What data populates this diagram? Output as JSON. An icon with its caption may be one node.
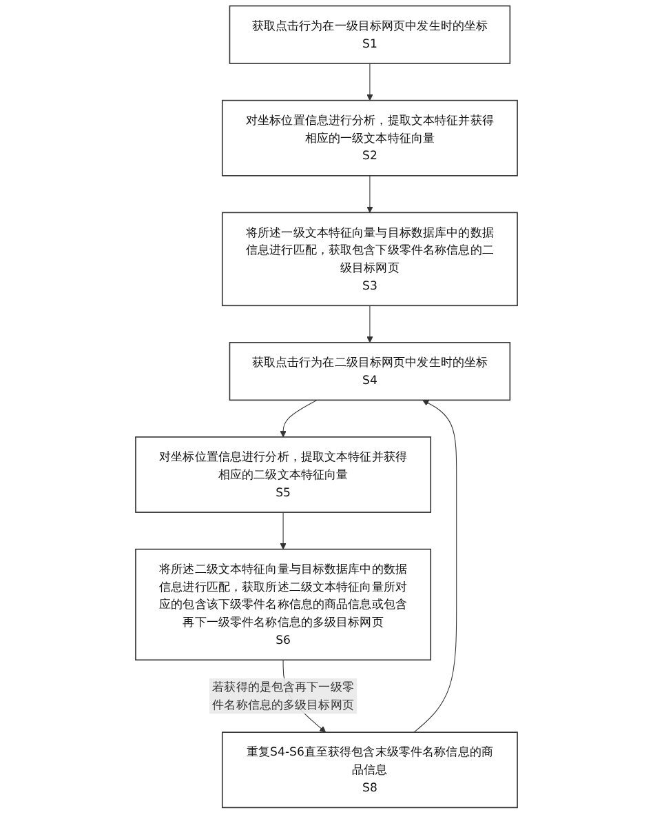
{
  "diagram": {
    "nodes": [
      {
        "text": [
          "获取点击行为在一级目标网页中发生时的坐标",
          "S1"
        ]
      },
      {
        "text": [
          "对坐标位置信息进行分析，提取文本特征并获得相应的一级文本特征向量",
          "S2"
        ]
      },
      {
        "text": [
          "将所述一级文本特征向量与目标数据库中的数据信息进行匹配，获取包含下级零件名称信息的二级目标网页",
          "S3"
        ]
      },
      {
        "text": [
          "获取点击行为在二级目标网页中发生时的坐标",
          "S4"
        ]
      },
      {
        "text": [
          "对坐标位置信息进行分析，提取文本特征并获得相应的二级文本特征向量",
          "S5"
        ]
      },
      {
        "text": [
          "将所述二级文本特征向量与目标数据库中的数据信息进行匹配，获取所述二级文本特征向量所对应的包含该下级零件名称信息的商品信息或包含再下一级零件名称信息的多级目标网页",
          "S6"
        ]
      },
      {
        "text": [
          "重复S4-S6直至获得包含末级零件名称信息的商品信息",
          "S8"
        ]
      }
    ],
    "edges": [
      {
        "from": 0,
        "to": 1,
        "arrow": "to"
      },
      {
        "from": 1,
        "to": 2,
        "arrow": "to"
      },
      {
        "from": 2,
        "to": 3,
        "arrow": "to"
      },
      {
        "from": 3,
        "to": 4,
        "arrow": "to"
      },
      {
        "from": 4,
        "to": 5,
        "arrow": "to"
      },
      {
        "from": 5,
        "to": 6,
        "label": "若获得的是包含再下一级零件名称信息的多级目标网页",
        "arrow": "to"
      },
      {
        "from": 6,
        "to": 3,
        "arrow": "to"
      }
    ]
  }
}
